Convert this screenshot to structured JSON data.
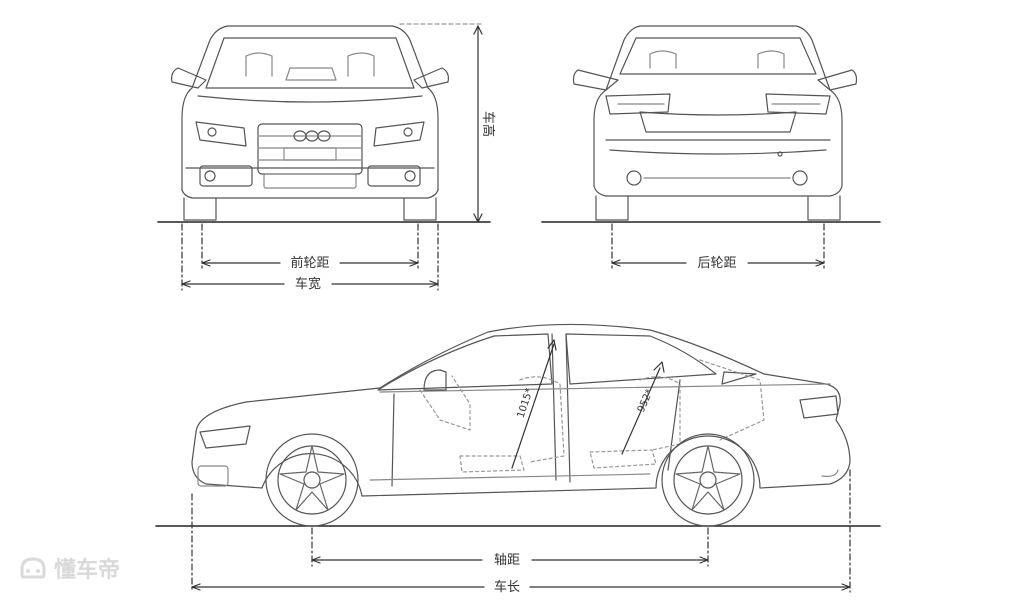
{
  "labels": {
    "front_track": "前轮距",
    "rear_track": "后轮距",
    "width": "车宽",
    "height": "车高",
    "wheelbase": "轴距",
    "length": "车长"
  },
  "annotations": {
    "front_headroom": "1015*",
    "rear_headroom": "952*"
  },
  "watermark": {
    "text": "懂车帝"
  }
}
